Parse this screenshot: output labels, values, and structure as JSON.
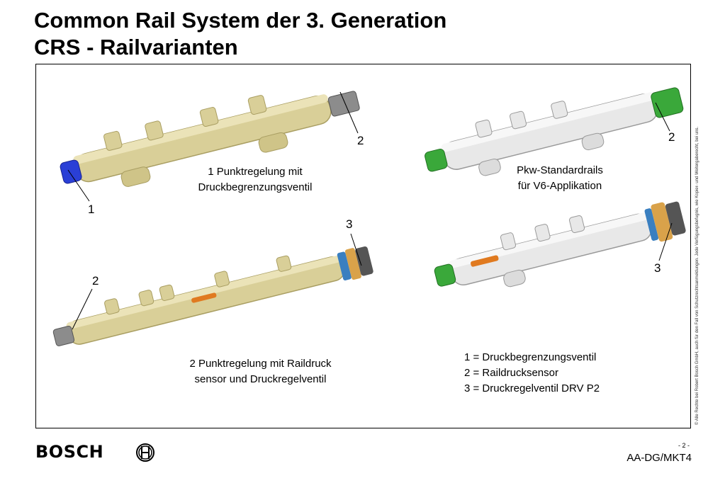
{
  "header": {
    "title_line1": "Common Rail System der 3. Generation",
    "title_line2": "CRS - Railvarianten"
  },
  "captions": {
    "variant1_line1": "1 Punktregelung mit",
    "variant1_line2": "Druckbegrenzungsventil",
    "variant2_line1": "2 Punktregelung mit Raildruck",
    "variant2_line2": "sensor und Druckregelventil",
    "variant3_line1": "Pkw-Standardrails",
    "variant3_line2": "für V6-Applikation"
  },
  "callouts": {
    "tl_1": "1",
    "tl_2": "2",
    "bl_2": "2",
    "bl_3": "3",
    "tr_2": "2",
    "br_3": "3"
  },
  "legend": {
    "item1": "1 = Druckbegrenzungsventil",
    "item2": "2 = Raildrucksensor",
    "item3": "3 = Druckregelventil DRV P2"
  },
  "footer": {
    "brand": "BOSCH",
    "page": "- 2 -",
    "department": "AA-DG/MKT4",
    "copyright": "© Alle Rechte bei Robert Bosch GmbH, auch für den Fall von Schutzrechtsanmeldungen. Jede Verfügungsbefugnis, wie Kopier- und Weitergaberecht, bei uns."
  },
  "colors": {
    "rail_gold": "#d9cf98",
    "rail_white": "#e8e8e8",
    "valve_blue": "#2a3fd6",
    "sensor_green": "#3aa83a",
    "seal_blue": "#3a7fc0",
    "ring_orange": "#d9a24a"
  }
}
